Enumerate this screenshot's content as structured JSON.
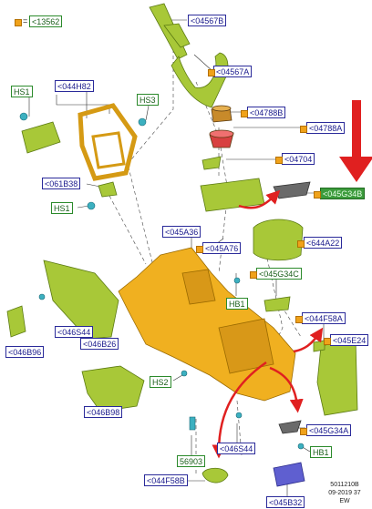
{
  "legend": {
    "equals": "=",
    "code": "<13562"
  },
  "labels": [
    {
      "text": "<04567B"
    },
    {
      "text": "<04567A"
    },
    {
      "text": "HS1"
    },
    {
      "text": "<044H82"
    },
    {
      "text": "HS3"
    },
    {
      "text": "<04788B"
    },
    {
      "text": "<04788A"
    },
    {
      "text": "<04704"
    },
    {
      "text": "<061B38"
    },
    {
      "text": "HS1"
    },
    {
      "text": "<045G34B"
    },
    {
      "text": "<045A36"
    },
    {
      "text": "<045A76"
    },
    {
      "text": "<644A22"
    },
    {
      "text": "<045G34C"
    },
    {
      "text": "HB1"
    },
    {
      "text": "<044F58A"
    },
    {
      "text": "<046S44"
    },
    {
      "text": "<045E24"
    },
    {
      "text": "<046B96"
    },
    {
      "text": "<046B26"
    },
    {
      "text": "HS2"
    },
    {
      "text": "<046B98"
    },
    {
      "text": "<045G34A"
    },
    {
      "text": "56903"
    },
    {
      "text": "<046S44"
    },
    {
      "text": "HB1"
    },
    {
      "text": "<044F58B"
    },
    {
      "text": "<045B32"
    }
  ],
  "footer": {
    "line1": "5011210B",
    "line2": "09-2019 37",
    "line3": "EW"
  },
  "colors": {
    "trim": "#a8c838",
    "structure": "#f0b020",
    "label_border": "#2a2a9a",
    "arrow": "#e02020"
  }
}
